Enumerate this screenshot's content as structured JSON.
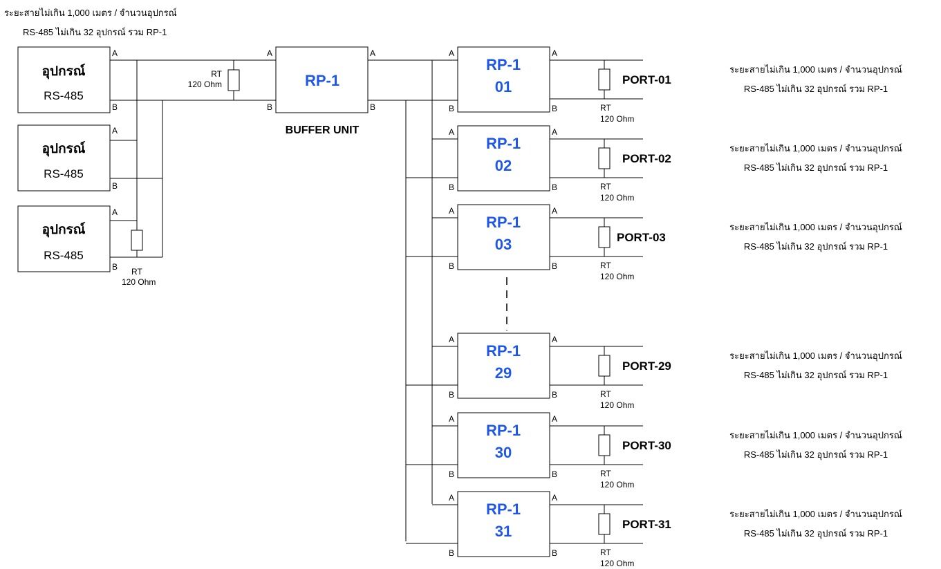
{
  "note_top": {
    "line1": "ระยะสายไม่เกิน 1,000 เมตร / จำนวนอุปกรณ์",
    "line2": "RS-485 ไม่เกิน 32 อุปกรณ์ รวม RP-1"
  },
  "devices": [
    {
      "label1": "อุปกรณ์",
      "label2": "RS-485",
      "a": "A",
      "b": "B"
    },
    {
      "label1": "อุปกรณ์",
      "label2": "RS-485",
      "a": "A",
      "b": "B"
    },
    {
      "label1": "อุปกรณ์",
      "label2": "RS-485",
      "a": "A",
      "b": "B"
    }
  ],
  "device_terminator": {
    "rt": "RT",
    "value": "120 Ohm"
  },
  "bus_terminator": {
    "rt": "RT",
    "value": "120 Ohm"
  },
  "buffer": {
    "label": "RP-1",
    "caption": "BUFFER UNIT",
    "in_a": "A",
    "in_b": "B",
    "out_a": "A",
    "out_b": "B"
  },
  "repeaters": [
    {
      "label": "RP-1",
      "num": "01",
      "port": "PORT-01",
      "a_in": "A",
      "b_in": "B",
      "a_out": "A",
      "b_out": "B",
      "rt": "RT",
      "rt_value": "120 Ohm",
      "note1": "ระยะสายไม่เกิน 1,000 เมตร / จำนวนอุปกรณ์",
      "note2": "RS-485 ไม่เกิน 32 อุปกรณ์ รวม RP-1"
    },
    {
      "label": "RP-1",
      "num": "02",
      "port": "PORT-02",
      "a_in": "A",
      "b_in": "B",
      "a_out": "A",
      "b_out": "B",
      "rt": "RT",
      "rt_value": "120 Ohm",
      "note1": "ระยะสายไม่เกิน 1,000 เมตร / จำนวนอุปกรณ์",
      "note2": "RS-485 ไม่เกิน 32 อุปกรณ์ รวม RP-1"
    },
    {
      "label": "RP-1",
      "num": "03",
      "port": "PORT-03",
      "a_in": "A",
      "b_in": "B",
      "a_out": "A",
      "b_out": "B",
      "rt": "RT",
      "rt_value": "120 Ohm",
      "note1": "ระยะสายไม่เกิน 1,000 เมตร / จำนวนอุปกรณ์",
      "note2": "RS-485 ไม่เกิน 32 อุปกรณ์ รวม RP-1"
    },
    {
      "label": "RP-1",
      "num": "29",
      "port": "PORT-29",
      "a_in": "A",
      "b_in": "B",
      "a_out": "A",
      "b_out": "B",
      "rt": "RT",
      "rt_value": "120 Ohm",
      "note1": "ระยะสายไม่เกิน 1,000 เมตร / จำนวนอุปกรณ์",
      "note2": "RS-485 ไม่เกิน 32 อุปกรณ์ รวม RP-1"
    },
    {
      "label": "RP-1",
      "num": "30",
      "port": "PORT-30",
      "a_in": "A",
      "b_in": "B",
      "a_out": "A",
      "b_out": "B",
      "rt": "RT",
      "rt_value": "120 Ohm",
      "note1": "ระยะสายไม่เกิน 1,000 เมตร / จำนวนอุปกรณ์",
      "note2": "RS-485 ไม่เกิน 32 อุปกรณ์ รวม RP-1"
    },
    {
      "label": "RP-1",
      "num": "31",
      "port": "PORT-31",
      "a_in": "A",
      "b_in": "B",
      "a_out": "A",
      "b_out": "B",
      "rt": "RT",
      "rt_value": "120 Ohm",
      "note1": "ระยะสายไม่เกิน 1,000 เมตร / จำนวนอุปกรณ์",
      "note2": "RS-485 ไม่เกิน 32 อุปกรณ์ รวม RP-1"
    }
  ],
  "colors": {
    "repeater_label": "#1f57e8",
    "line": "#000000"
  }
}
